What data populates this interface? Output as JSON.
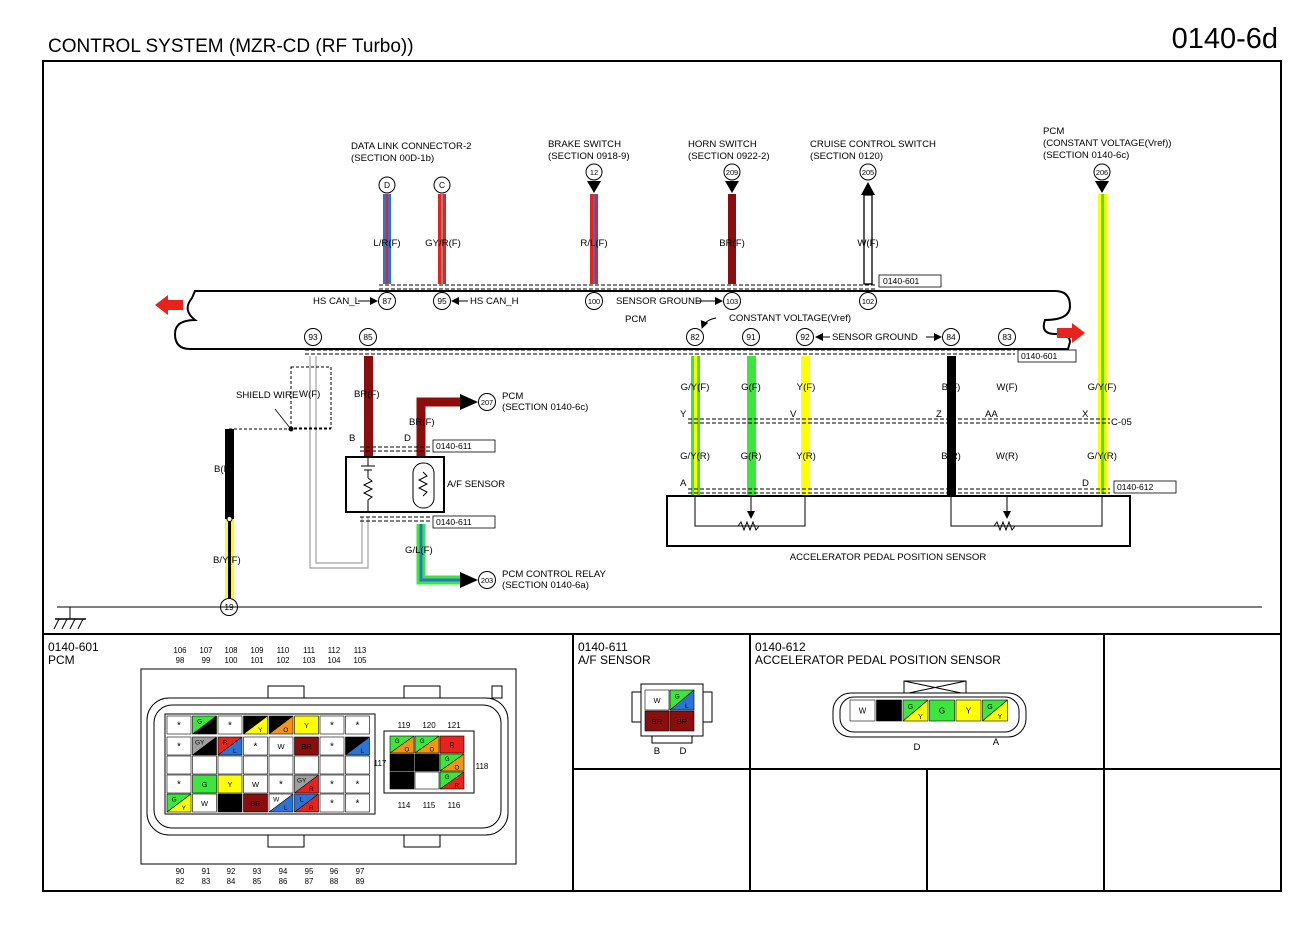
{
  "header": {
    "title": "CONTROL SYSTEM (MZR-CD (RF Turbo))",
    "page_number": "0140-6d"
  },
  "colors": {
    "red": "#e8231d",
    "blue": "#2b74d6",
    "brown": "#8b0e0e",
    "yellow": "#ffff00",
    "green": "#3ce63c",
    "black": "#000000",
    "gray": "#a0a0a0",
    "orange": "#f39418"
  },
  "diagram": {
    "destinations": {
      "dlc": {
        "line1": "DATA LINK CONNECTOR-2",
        "line2": "(SECTION 00D-1b)",
        "pin_d": "D",
        "pin_c": "C"
      },
      "brake": {
        "line1": "BRAKE SWITCH",
        "line2": "(SECTION 0918-9)",
        "pin": "12"
      },
      "horn": {
        "line1": "HORN SWITCH",
        "line2": "(SECTION 0922-2)",
        "pin": "209"
      },
      "cruise": {
        "line1": "CRUISE CONTROL SWITCH",
        "line2": "(SECTION 0120)",
        "pin": "205"
      },
      "pcm_vref": {
        "line1": "PCM",
        "line2": "(CONSTANT VOLTAGE(Vref))",
        "line3": "(SECTION 0140-6c)",
        "pin": "206"
      },
      "pcm207": {
        "line1": "PCM",
        "line2": "(SECTION 0140-6c)",
        "pin": "207"
      },
      "relay": {
        "line1": "PCM CONTROL RELAY",
        "line2": "(SECTION 0140-6a)",
        "pin": "203"
      }
    },
    "wire_labels": {
      "lr": "L/R(F)",
      "gyr": "GY/R(F)",
      "rl": "R/L(F)",
      "br_top": "BR(F)",
      "w_top": "W(F)",
      "w_shield": "W(F)",
      "br_af": "BR(F)",
      "br_207": "BR(F)",
      "gl": "G/L(F)",
      "b_left": "B(F)",
      "by": "B/Y(F)",
      "gy_f": "G/Y(F)",
      "g_f": "G(F)",
      "y_f": "Y(F)",
      "b_f": "B(F)",
      "w_f": "W(F)",
      "gy_f2": "G/Y(F)",
      "gy_r": "G/Y(R)",
      "g_r": "G(R)",
      "y_r": "Y(R)",
      "b_r": "B(R)",
      "w_r": "W(R)",
      "gy_r2": "G/Y(R)"
    },
    "pcm_block": {
      "label": "PCM",
      "pins_top": [
        "87",
        "95",
        "100",
        "103",
        "102"
      ],
      "pins_bottom": [
        "93",
        "85",
        "82",
        "91",
        "92",
        "84",
        "83"
      ],
      "hs_can_l": "HS CAN_L",
      "hs_can_h": "HS CAN_H",
      "sensor_ground_top": "SENSOR GROUND",
      "constant_voltage": "CONSTANT VOLTAGE(Vref)",
      "sensor_ground_bottom": "SENSOR GROUND"
    },
    "connector_refs": {
      "c601_top": "0140-601",
      "c601_bottom": "0140-601",
      "c611_top": "0140-611",
      "c611_bottom": "0140-611",
      "c612": "0140-612",
      "c05": "C-05"
    },
    "letters": {
      "y": "Y",
      "v": "V",
      "z": "Z",
      "aa": "AA",
      "x": "X",
      "a": "A",
      "d": "D",
      "b_af": "B",
      "d_af": "D"
    },
    "shield_wire": "SHIELD WIRE",
    "af_sensor": "A/F SENSOR",
    "apps": "ACCELERATOR PEDAL POSITION SENSOR",
    "ground_pin": "19"
  },
  "connectors": {
    "pcm": {
      "id": "0140-601",
      "name": "PCM",
      "top_row1": [
        "106",
        "107",
        "108",
        "109",
        "110",
        "111",
        "112",
        "113"
      ],
      "top_row2": [
        "98",
        "99",
        "100",
        "101",
        "102",
        "103",
        "104",
        "105"
      ],
      "bottom_row1": [
        "90",
        "91",
        "92",
        "93",
        "94",
        "95",
        "96",
        "97"
      ],
      "bottom_row2": [
        "82",
        "83",
        "84",
        "85",
        "86",
        "87",
        "88",
        "89"
      ],
      "small_top": [
        "119",
        "120",
        "121"
      ],
      "small_bottom": [
        "114",
        "115",
        "116"
      ],
      "side_left": "117",
      "side_right": "118",
      "grid": [
        [
          "*",
          "G/B",
          "*",
          "B/Y",
          "B/O",
          "Y",
          "*",
          "*"
        ],
        [
          "*",
          "GY/B",
          "R/L",
          "*",
          "W",
          "BR",
          "*",
          "B/L"
        ],
        [
          "*",
          "G",
          "Y",
          "W",
          "*",
          "GY/R",
          "*",
          "*"
        ],
        [
          "G/Y",
          "W",
          "B",
          "BR",
          "W/L",
          "L/R",
          "*",
          "*"
        ]
      ],
      "small_grid": [
        [
          "G/O",
          "G/O",
          "R"
        ],
        [
          "B",
          "B",
          "G/O"
        ],
        [
          "B",
          "",
          "G/R"
        ]
      ]
    },
    "af": {
      "id": "0140-611",
      "name": "A/F SENSOR",
      "cells": [
        "W",
        "G/L",
        "BR",
        "BR"
      ],
      "pin_labels": [
        "B",
        "D"
      ]
    },
    "apps": {
      "id": "0140-612",
      "name": "ACCELERATOR PEDAL POSITION SENSOR",
      "cells": [
        "W",
        "B",
        "G/Y",
        "G",
        "Y",
        "G/Y"
      ],
      "pin_labels": [
        "D",
        "A"
      ]
    }
  }
}
